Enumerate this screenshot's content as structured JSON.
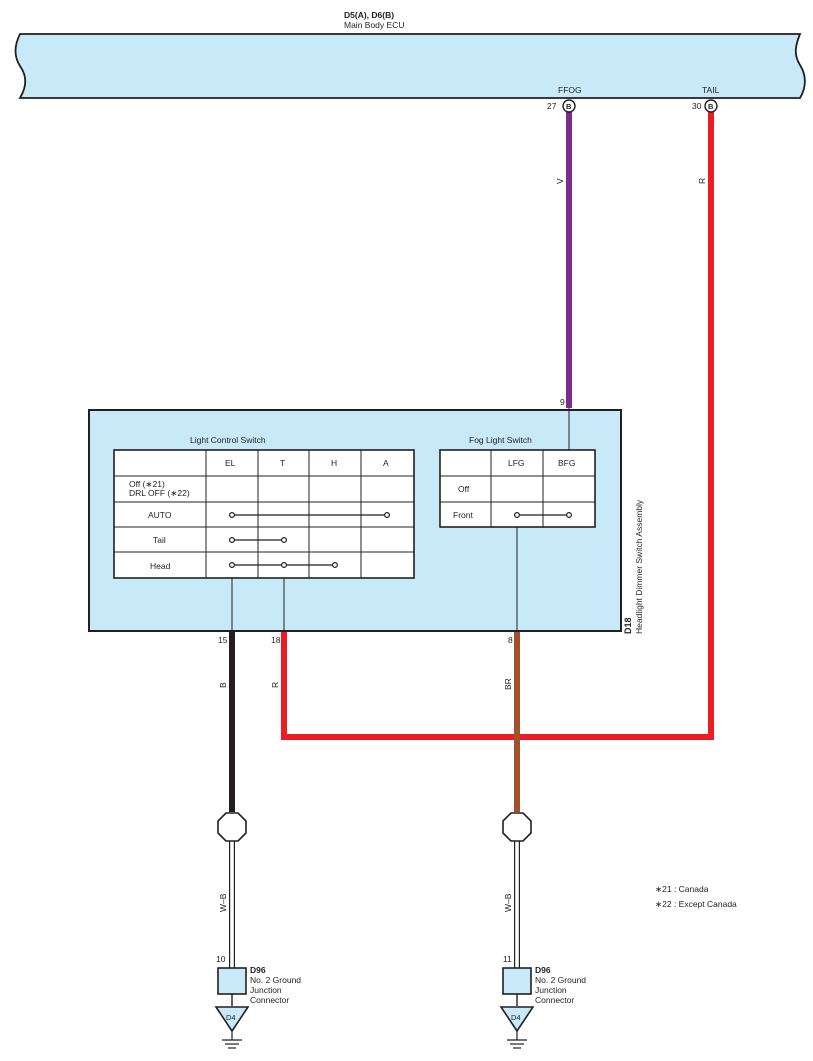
{
  "ecu": {
    "connector_label": "D5(A), D6(B)",
    "name": "Main Body ECU",
    "pins": [
      {
        "name": "FFOG",
        "number": "27",
        "connector": "B"
      },
      {
        "name": "TAIL",
        "number": "30",
        "connector": "B"
      }
    ]
  },
  "wires": {
    "ffog_color": "V",
    "tail_color": "R",
    "pin15_color": "B",
    "pin18_color": "R",
    "pin8_color": "BR",
    "ground_left_color": "W–B",
    "ground_right_color": "W–B"
  },
  "wire_colors": {
    "violet": "#7b2d8e",
    "red": "#ed1c24",
    "black": "#231f20",
    "brown": "#a0522d",
    "white": "#ffffff",
    "component_fill": "#c8e9f8"
  },
  "assembly": {
    "code": "D18",
    "name": "Headlight Dimmer Switch Assembly",
    "pin_top": "9",
    "pins_bottom": [
      "15",
      "18",
      "8"
    ]
  },
  "light_control_switch": {
    "title": "Light Control Switch",
    "columns": [
      "EL",
      "T",
      "H",
      "A"
    ],
    "rows": [
      {
        "label_line1": "Off (∗21)",
        "label_line2": "DRL OFF (∗22)"
      },
      {
        "label": "AUTO"
      },
      {
        "label": "Tail"
      },
      {
        "label": "Head"
      }
    ]
  },
  "fog_light_switch": {
    "title": "Fog Light Switch",
    "columns": [
      "LFG",
      "BFG"
    ],
    "rows": [
      {
        "label": "Off"
      },
      {
        "label": "Front"
      }
    ]
  },
  "grounds": [
    {
      "pin": "10",
      "code": "D96",
      "line1": "No.  2 Ground",
      "line2": "Junction",
      "line3": "Connector",
      "point": "D4"
    },
    {
      "pin": "11",
      "code": "D96",
      "line1": "No.  2 Ground",
      "line2": "Junction",
      "line3": "Connector",
      "point": "D4"
    }
  ],
  "notes": [
    "∗21 : Canada",
    "∗22 : Except Canada"
  ]
}
